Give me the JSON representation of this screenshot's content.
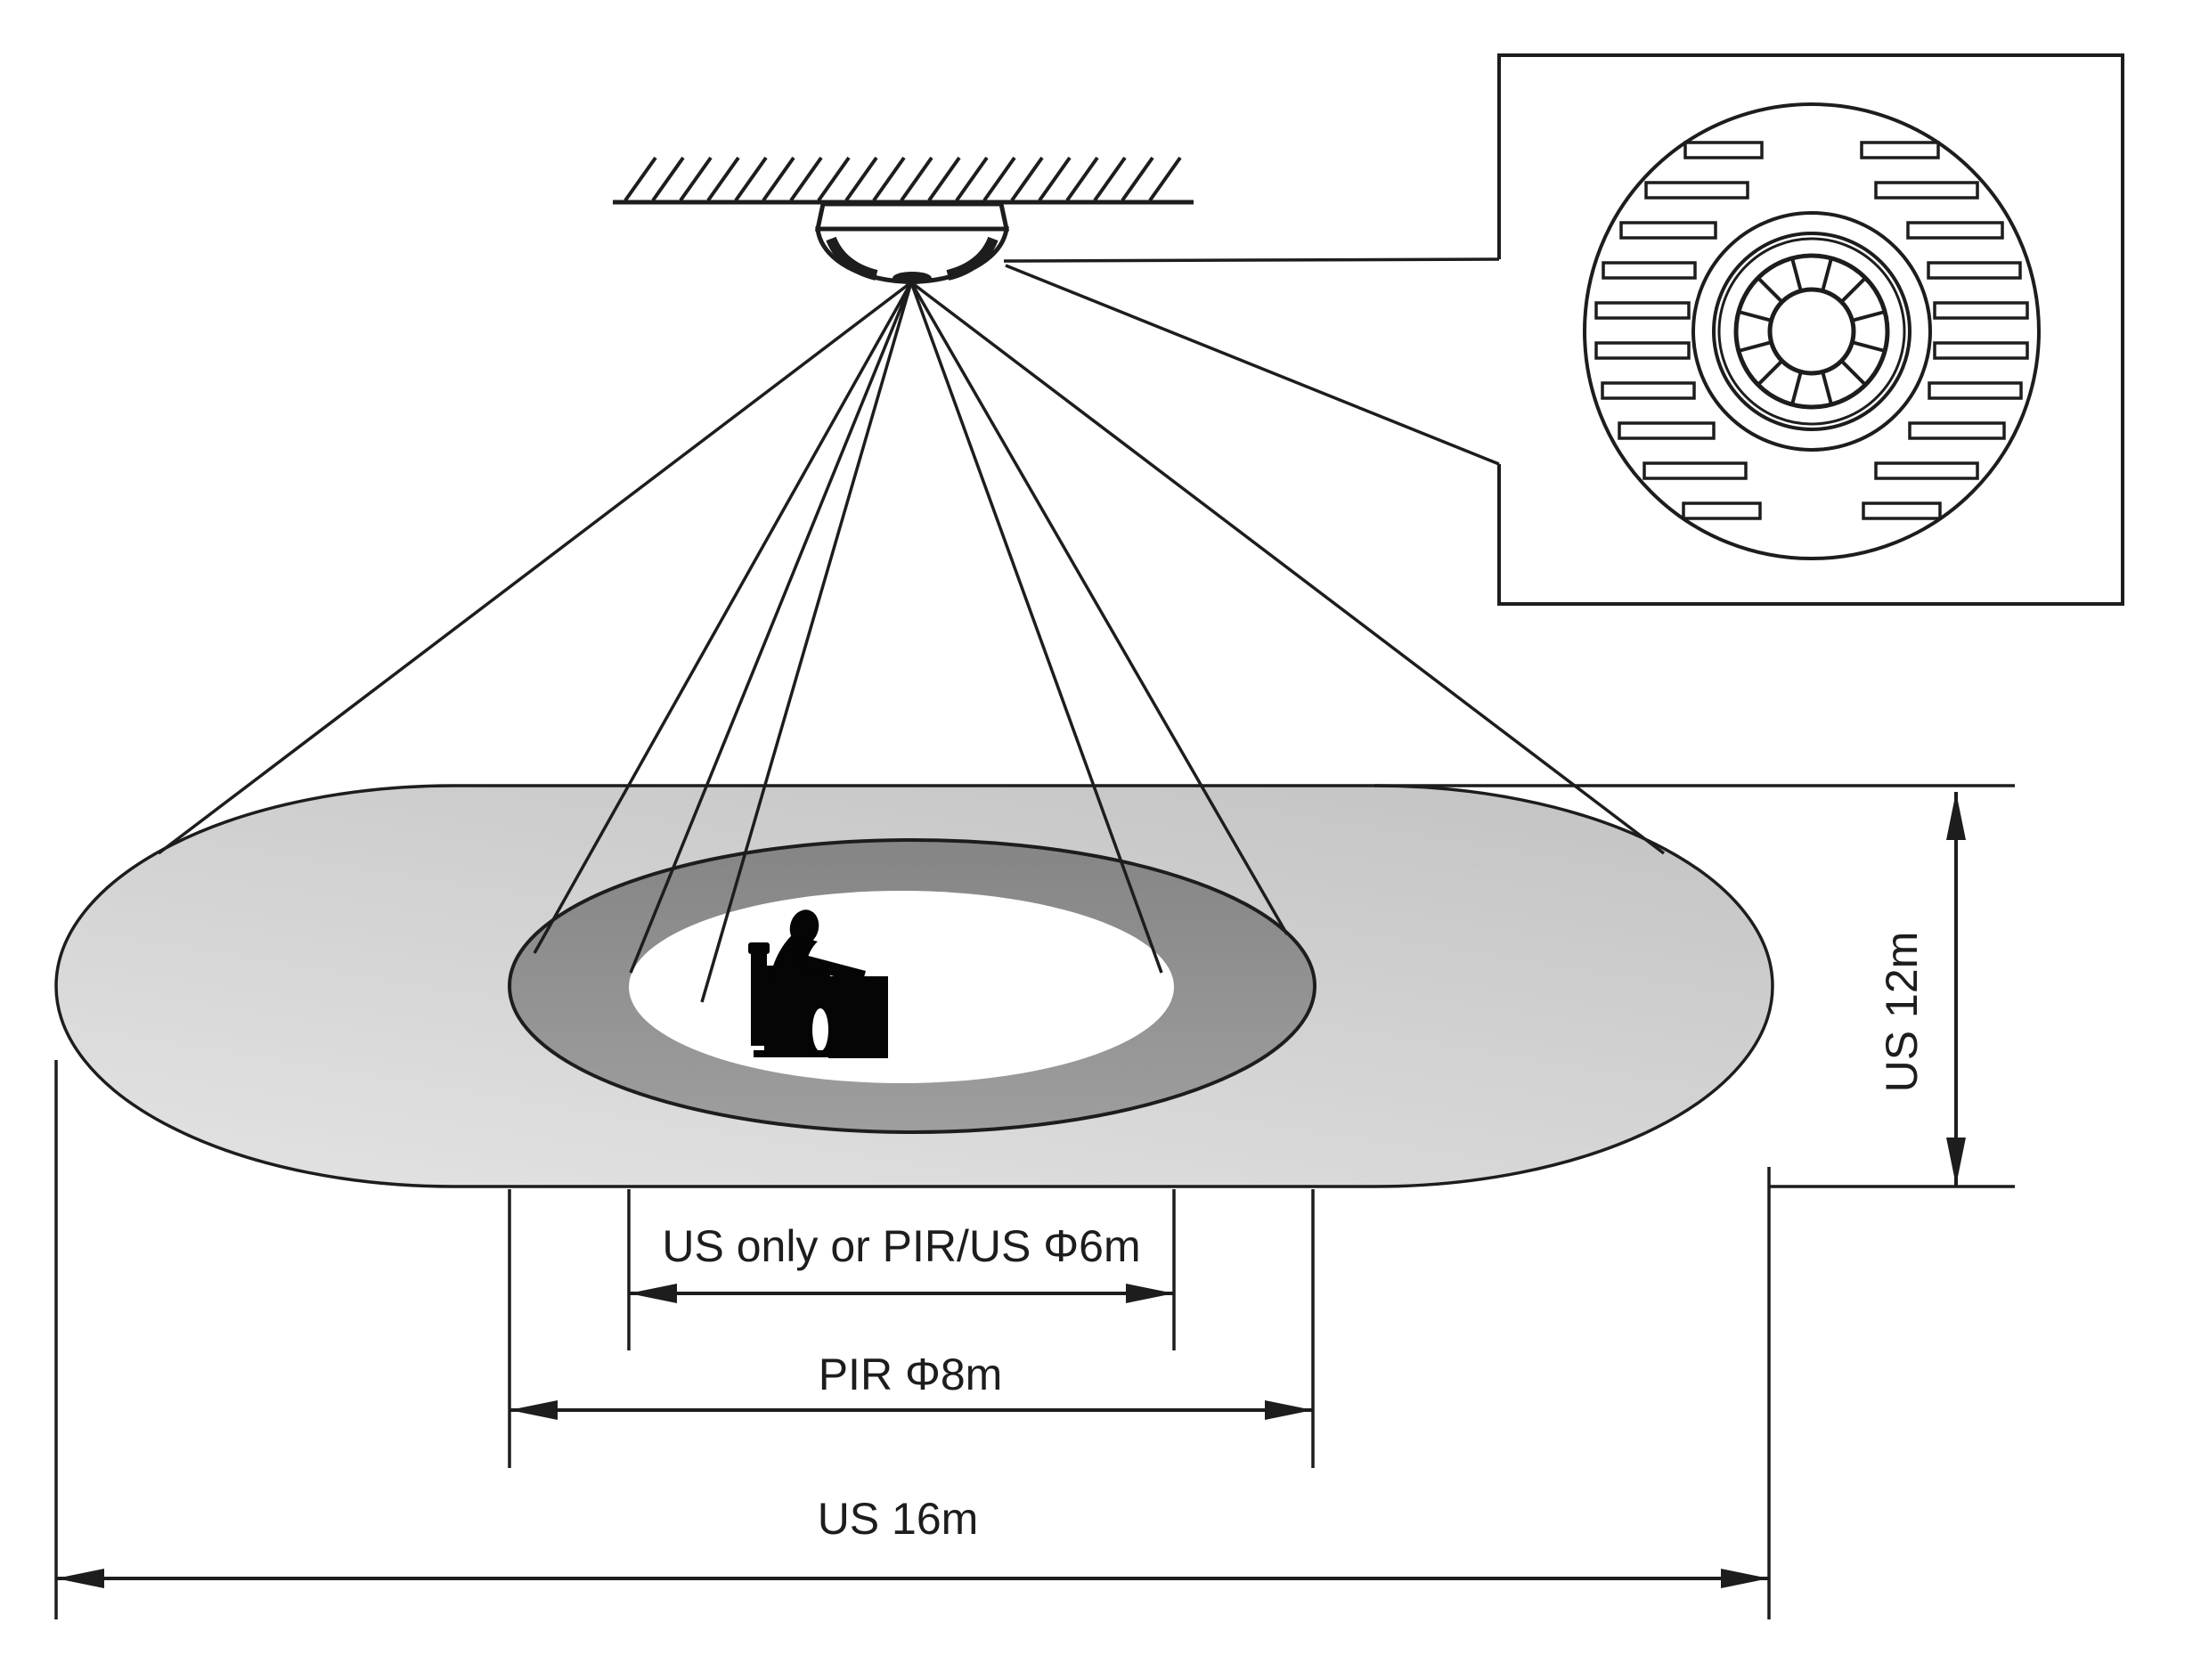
{
  "labels": {
    "zone_inner": "US only or PIR/US Φ6m",
    "zone_pir": "PIR Φ8m",
    "zone_us_length": "US 16m",
    "zone_us_width": "US 12m"
  },
  "colors": {
    "ink": "#1d1d1d",
    "zone_outer_a": "#c5c5c5",
    "zone_outer_b": "#e2e2e2",
    "zone_pir_a": "#858585",
    "zone_pir_b": "#9e9e9e",
    "zone_inner": "#ffffff",
    "silhouette": "#050505",
    "paper": "#ffffff"
  }
}
